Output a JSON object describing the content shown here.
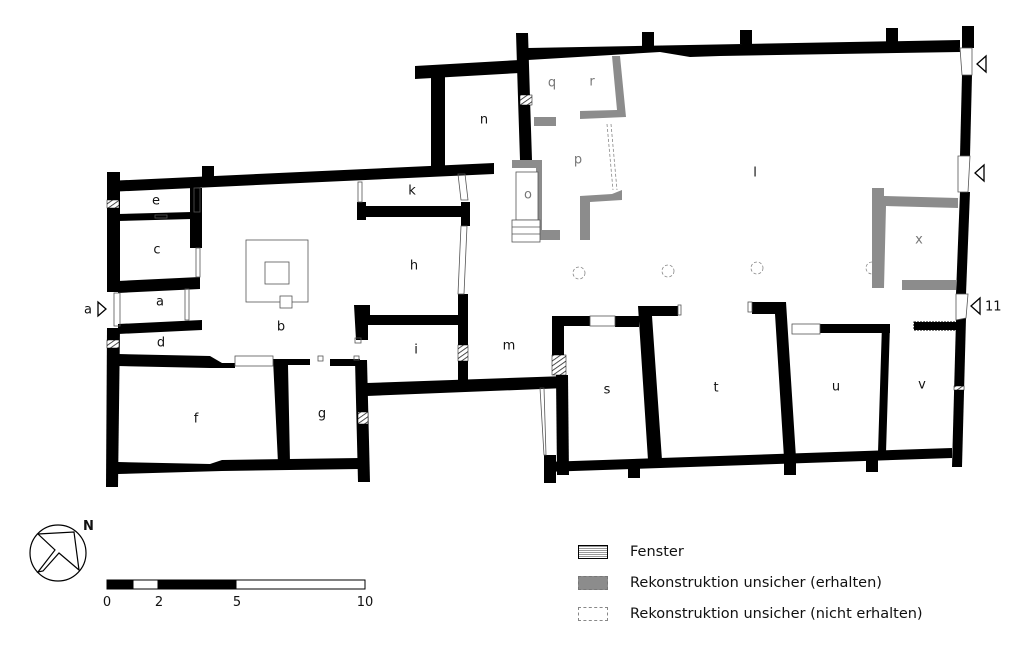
{
  "diagram": {
    "type": "archaeological floor plan",
    "rooms": [
      {
        "id": "a",
        "label": "a"
      },
      {
        "id": "b",
        "label": "b"
      },
      {
        "id": "c",
        "label": "c"
      },
      {
        "id": "d",
        "label": "d"
      },
      {
        "id": "e",
        "label": "e"
      },
      {
        "id": "f",
        "label": "f"
      },
      {
        "id": "g",
        "label": "g"
      },
      {
        "id": "h",
        "label": "h"
      },
      {
        "id": "i",
        "label": "i"
      },
      {
        "id": "k",
        "label": "k"
      },
      {
        "id": "l",
        "label": "l"
      },
      {
        "id": "m",
        "label": "m"
      },
      {
        "id": "n",
        "label": "n"
      },
      {
        "id": "o",
        "label": "o"
      },
      {
        "id": "p",
        "label": "p"
      },
      {
        "id": "q",
        "label": "q"
      },
      {
        "id": "r",
        "label": "r"
      },
      {
        "id": "s",
        "label": "s"
      },
      {
        "id": "t",
        "label": "t"
      },
      {
        "id": "u",
        "label": "u"
      },
      {
        "id": "v",
        "label": "v"
      },
      {
        "id": "x",
        "label": "x"
      }
    ],
    "entrances": [
      {
        "label": "a",
        "side": "west"
      },
      {
        "label": "",
        "side": "east"
      },
      {
        "label": "",
        "side": "east"
      },
      {
        "label": "11",
        "side": "east"
      }
    ],
    "north_arrow": {
      "label": "N"
    },
    "scale_bar": {
      "ticks": [
        "0",
        "2",
        "5",
        "10"
      ]
    }
  },
  "legend": {
    "items": [
      {
        "swatch": "window-hatch",
        "label": "Fenster"
      },
      {
        "swatch": "gray-fill",
        "label": "Rekonstruktion unsicher (erhalten)"
      },
      {
        "swatch": "dashed-outline",
        "label": "Rekonstruktion unsicher (nicht erhalten)"
      }
    ]
  },
  "colors": {
    "wall": "#000000",
    "uncertain": "#8c8c8c",
    "background": "#ffffff"
  }
}
